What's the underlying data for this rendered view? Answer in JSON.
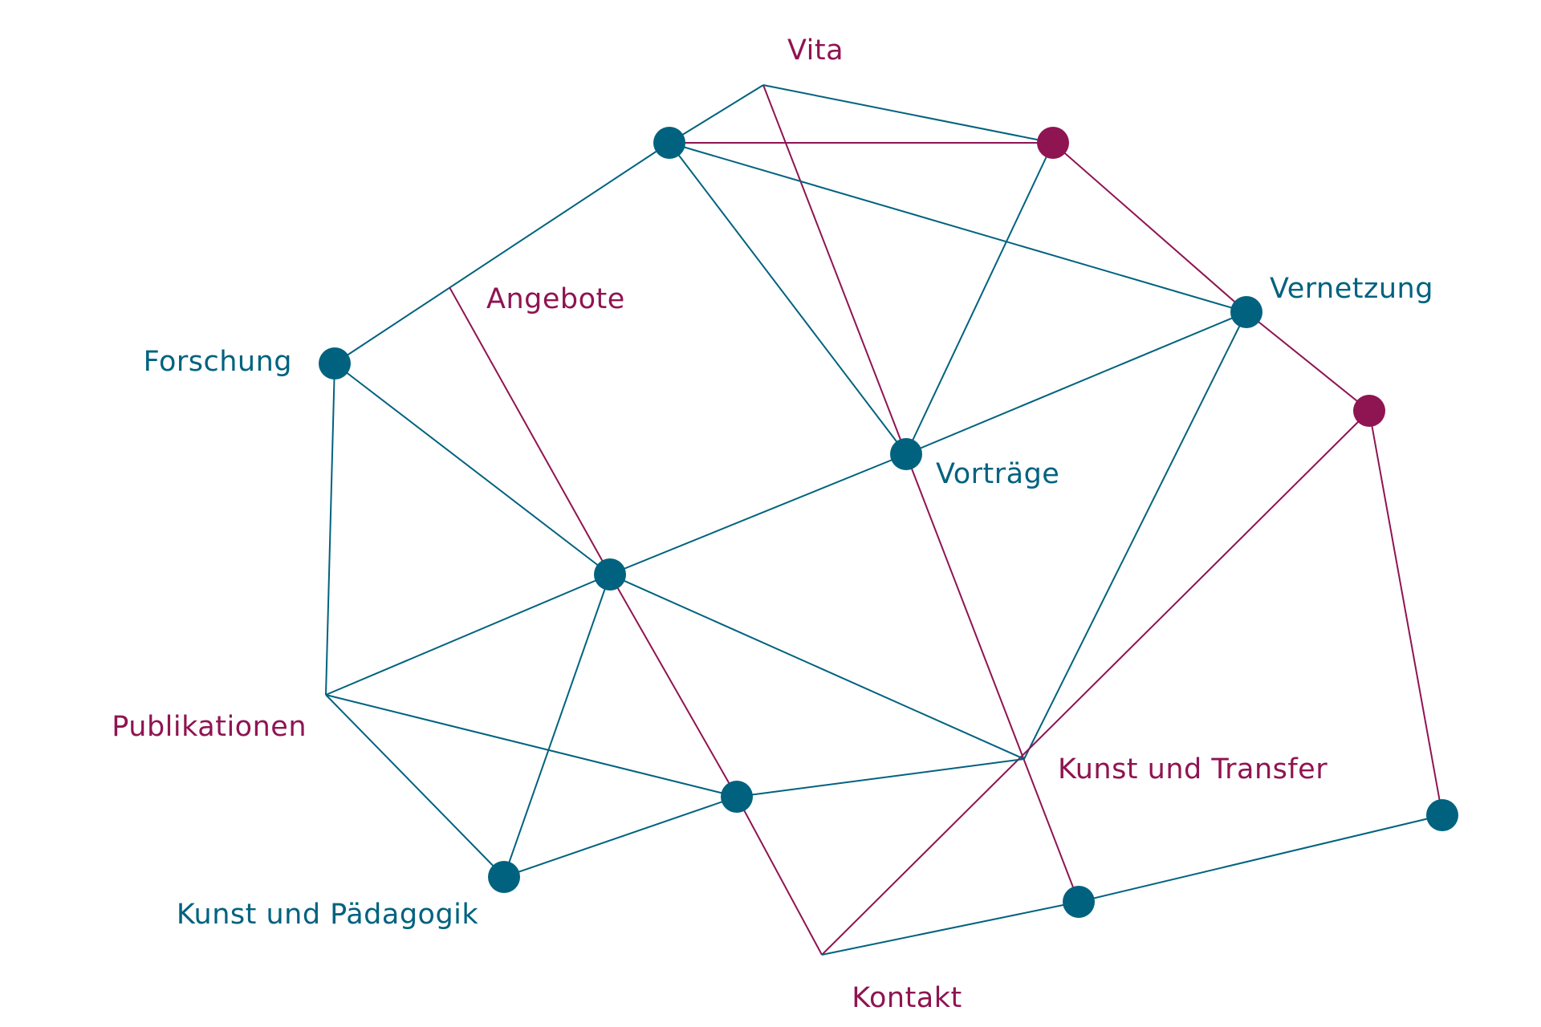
{
  "colors": {
    "teal": "#00627f",
    "magenta": "#8f1452",
    "background": "#ffffff"
  },
  "labels": {
    "vita": "Vita",
    "angebote": "Angebote",
    "vernetzung": "Vernetzung",
    "forschung": "Forschung",
    "vortraege": "Vorträge",
    "publikationen": "Publikationen",
    "kunst_transfer": "Kunst und Transfer",
    "kunst_paedagogik": "Kunst und Pädagogik",
    "kontakt": "Kontakt"
  },
  "label_colors": {
    "vita": "magenta",
    "angebote": "magenta",
    "vernetzung": "teal",
    "forschung": "teal",
    "vortraege": "teal",
    "publikationen": "magenta",
    "kunst_transfer": "magenta",
    "kunst_paedagogik": "teal",
    "kontakt": "magenta"
  },
  "nodes": [
    {
      "id": "n_top",
      "color": "teal"
    },
    {
      "id": "n_top_right",
      "color": "magenta"
    },
    {
      "id": "n_vernetzung",
      "color": "teal"
    },
    {
      "id": "n_right",
      "color": "magenta"
    },
    {
      "id": "n_forschung",
      "color": "teal"
    },
    {
      "id": "n_vortraege",
      "color": "teal"
    },
    {
      "id": "n_center",
      "color": "teal"
    },
    {
      "id": "n_lower_mid",
      "color": "teal"
    },
    {
      "id": "n_paedagogik",
      "color": "teal"
    },
    {
      "id": "n_kontakt_right",
      "color": "teal"
    },
    {
      "id": "n_far_right",
      "color": "teal"
    }
  ],
  "edges": [
    {
      "from": "p_vita",
      "to": "n_top",
      "color": "teal"
    },
    {
      "from": "p_vita",
      "to": "n_top_right",
      "color": "teal"
    },
    {
      "from": "p_vita",
      "to": "n_vortraege",
      "color": "magenta"
    },
    {
      "from": "n_top",
      "to": "n_top_right",
      "color": "magenta"
    },
    {
      "from": "n_top",
      "to": "n_forschung",
      "color": "teal"
    },
    {
      "from": "n_top",
      "to": "n_vortraege",
      "color": "teal"
    },
    {
      "from": "n_top",
      "to": "n_vernetzung",
      "color": "teal"
    },
    {
      "from": "n_top_right",
      "to": "n_vortraege",
      "color": "teal"
    },
    {
      "from": "n_top_right",
      "to": "n_vernetzung",
      "color": "magenta"
    },
    {
      "from": "n_vernetzung",
      "to": "n_right",
      "color": "magenta"
    },
    {
      "from": "n_vernetzung",
      "to": "n_vortraege",
      "color": "teal"
    },
    {
      "from": "n_vernetzung",
      "to": "p_transfer",
      "color": "teal"
    },
    {
      "from": "n_right",
      "to": "n_far_right",
      "color": "magenta"
    },
    {
      "from": "n_right",
      "to": "p_kontakt",
      "color": "magenta"
    },
    {
      "from": "p_angebote",
      "to": "n_center",
      "color": "magenta"
    },
    {
      "from": "n_forschung",
      "to": "n_center",
      "color": "teal"
    },
    {
      "from": "n_forschung",
      "to": "p_publ",
      "color": "teal"
    },
    {
      "from": "n_vortraege",
      "to": "n_center",
      "color": "teal"
    },
    {
      "from": "n_vortraege",
      "to": "n_kontakt_right",
      "color": "magenta"
    },
    {
      "from": "n_center",
      "to": "p_publ",
      "color": "teal"
    },
    {
      "from": "n_center",
      "to": "n_paedagogik",
      "color": "teal"
    },
    {
      "from": "n_center",
      "to": "p_transfer",
      "color": "teal"
    },
    {
      "from": "n_center",
      "to": "n_lower_mid",
      "color": "magenta"
    },
    {
      "from": "p_publ",
      "to": "n_lower_mid",
      "color": "teal"
    },
    {
      "from": "p_publ",
      "to": "n_paedagogik",
      "color": "teal"
    },
    {
      "from": "n_paedagogik",
      "to": "n_lower_mid",
      "color": "teal"
    },
    {
      "from": "n_lower_mid",
      "to": "p_transfer",
      "color": "teal"
    },
    {
      "from": "n_lower_mid",
      "to": "p_kontakt",
      "color": "magenta"
    },
    {
      "from": "p_kontakt",
      "to": "n_kontakt_right",
      "color": "teal"
    },
    {
      "from": "n_kontakt_right",
      "to": "n_far_right",
      "color": "teal"
    }
  ]
}
